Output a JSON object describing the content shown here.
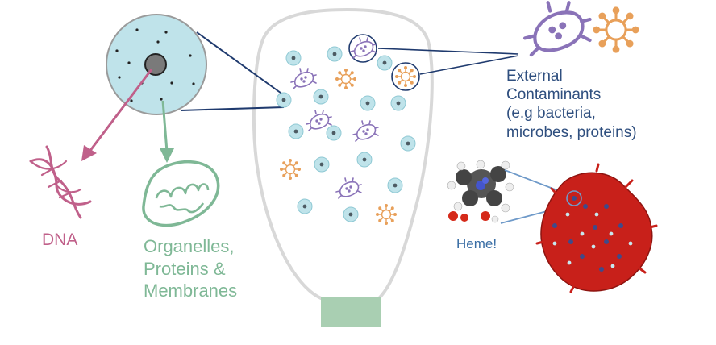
{
  "labels": {
    "dna": "DNA",
    "organelles": [
      "Organelles,",
      "Proteins &",
      "Membranes"
    ],
    "contaminants": [
      "External",
      "Contaminants",
      "(e.g bacteria,",
      "microbes, proteins)"
    ],
    "heme": "Heme!"
  },
  "colors": {
    "dna": "#c0608a",
    "organelles": "#7fb896",
    "contaminants_text": "#2f4f7f",
    "bacteria": "#8a73b8",
    "virus": "#e8a05a",
    "cell_fill": "#bfe3ea",
    "cell_nucleus": "#5a6a72",
    "tube_outline": "#d8d8d8",
    "tube_base": "#a9cfb2",
    "connector": "#1f3a6e",
    "heme_text": "#3a6ea5",
    "blood_cell": "#c8201a"
  },
  "icons": [
    "cell-icon",
    "dna-icon",
    "mitochondrion-icon",
    "bacterium-icon",
    "virus-icon",
    "heme-molecule-icon",
    "red-blood-cell-icon"
  ]
}
